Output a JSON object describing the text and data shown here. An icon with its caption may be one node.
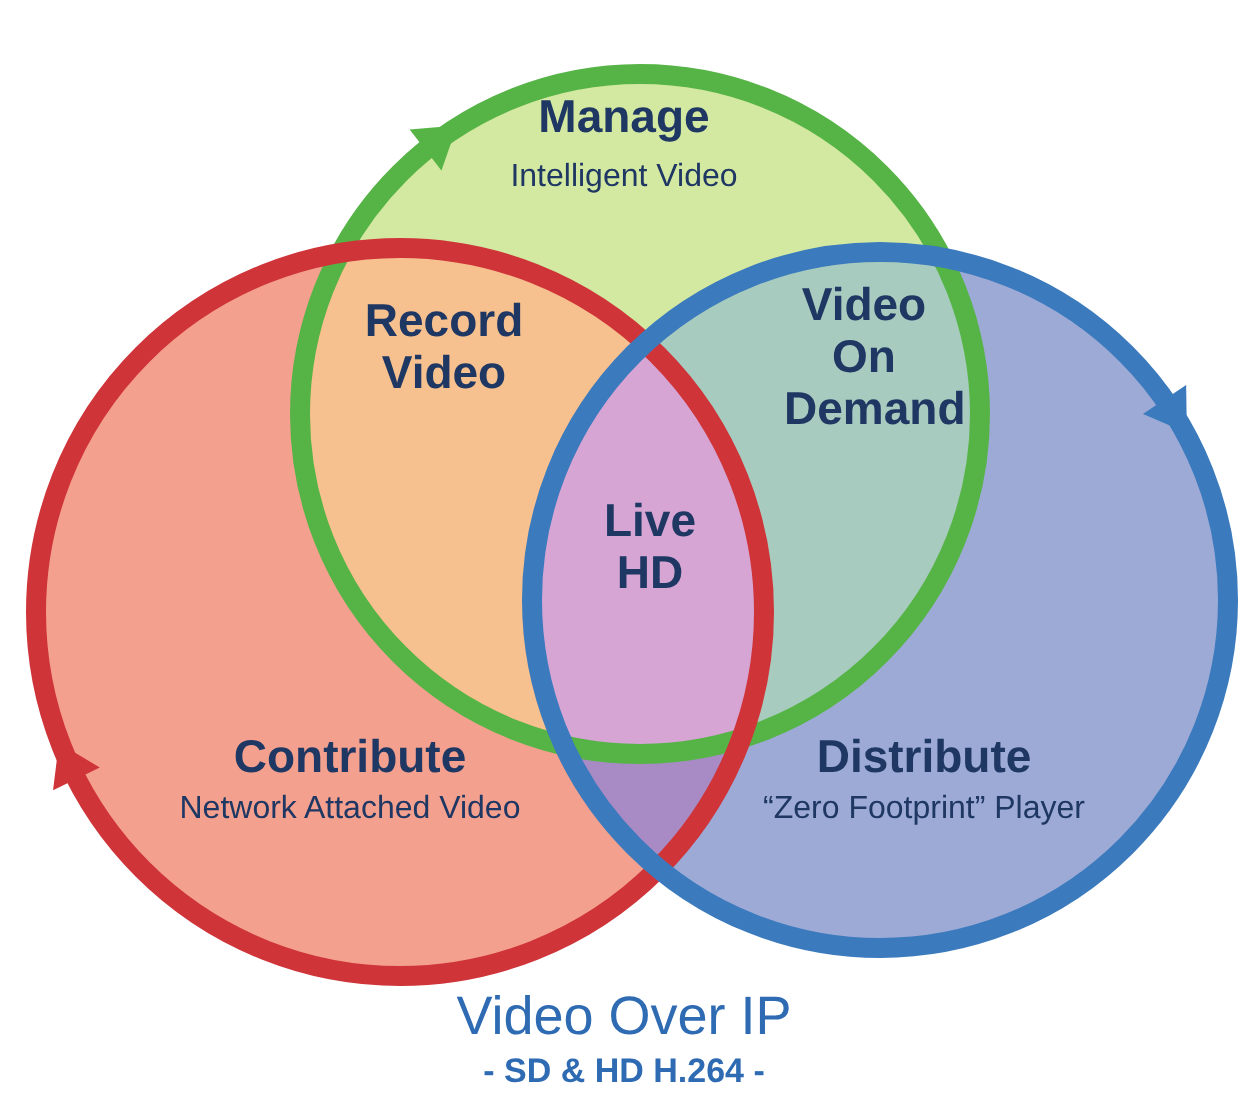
{
  "diagram": {
    "title": "Video Over IP",
    "caption": "- SD & HD H.264 -",
    "nodes": [
      {
        "text": [
          "Manage",
          "Intelligent Video"
        ]
      },
      {
        "text": [
          "Contribute",
          "Network Attached Video"
        ]
      },
      {
        "text": [
          "Distribute",
          "“Zero Footprint” Player"
        ]
      }
    ],
    "edges": [],
    "labels": [
      "Record Video",
      "Video On Demand",
      "Live HD"
    ]
  }
}
